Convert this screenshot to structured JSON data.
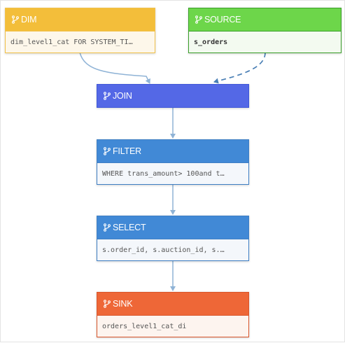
{
  "diagram": {
    "colors": {
      "dim": "#f3be3a",
      "source": "#6dd64a",
      "join": "#5468e6",
      "filter": "#4189d6",
      "select": "#4189d6",
      "sink": "#ee6737",
      "edge": "#8fb3d6",
      "edge_dashed": "#4a7fb5"
    },
    "nodes": {
      "dim": {
        "title": "DIM",
        "detail": "dim_level1_cat FOR SYSTEM_TI…",
        "icon": "branch-icon"
      },
      "source": {
        "title": "SOURCE",
        "detail": "s_orders",
        "icon": "branch-icon"
      },
      "join": {
        "title": "JOIN",
        "icon": "branch-icon"
      },
      "filter": {
        "title": "FILTER",
        "detail": "WHERE trans_amount> 100and t…",
        "icon": "branch-icon"
      },
      "select": {
        "title": "SELECT",
        "detail": "s.order_id, s.auction_id, s.…",
        "icon": "branch-icon"
      },
      "sink": {
        "title": "SINK",
        "detail": "orders_level1_cat_di",
        "icon": "branch-icon"
      }
    },
    "edges": [
      {
        "from": "dim",
        "to": "join",
        "style": "solid"
      },
      {
        "from": "source",
        "to": "join",
        "style": "dashed"
      },
      {
        "from": "join",
        "to": "filter",
        "style": "solid"
      },
      {
        "from": "filter",
        "to": "select",
        "style": "solid"
      },
      {
        "from": "select",
        "to": "sink",
        "style": "solid"
      }
    ]
  }
}
